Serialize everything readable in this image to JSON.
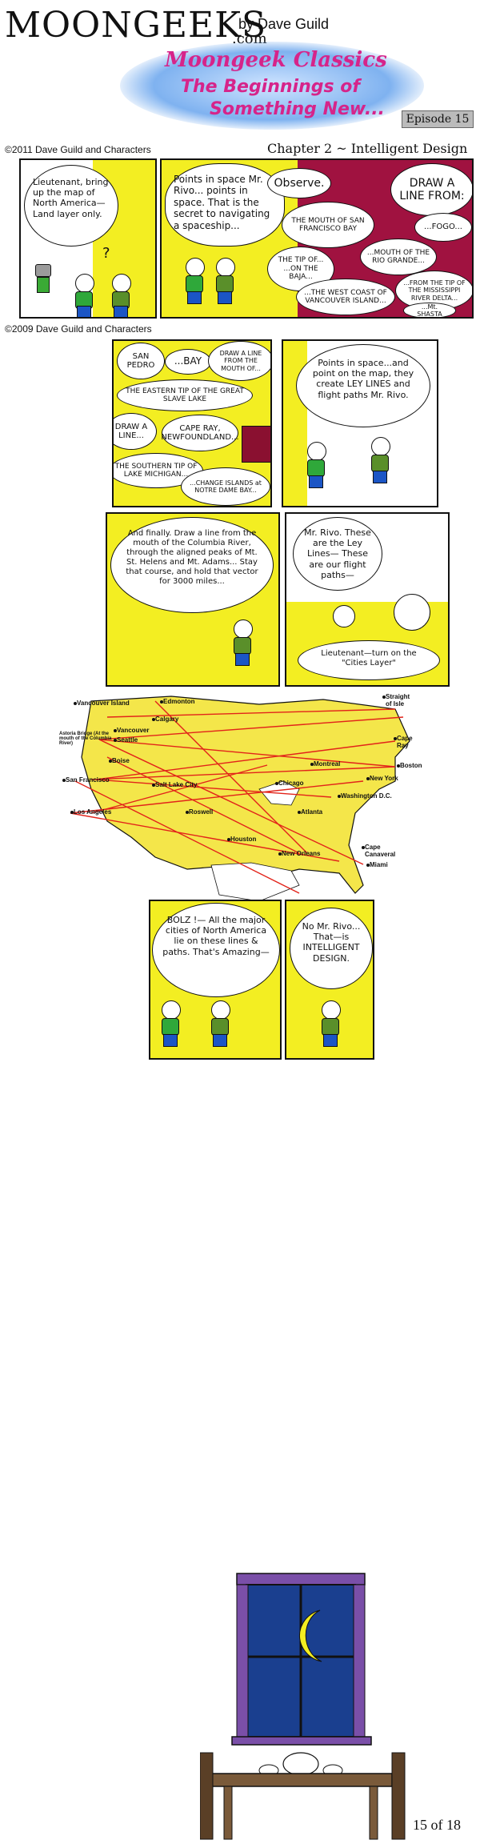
{
  "header": {
    "logo_main": "MOONGEEKS",
    "logo_dotcom": ".com",
    "byline": "by Dave Guild",
    "banner_line1": "Moongeek Classics",
    "banner_line2": "The Beginnings of",
    "banner_line3": "Something New...",
    "episode": "Episode 15",
    "copyright_2011": "©2011 Dave Guild and Characters",
    "chapter": "Chapter 2 ~ Intelligent Design"
  },
  "row1": {
    "p1_text": "Lieutenant, bring up the map of North America— Land layer only.",
    "p1_q": "?",
    "p2_text": "Points in space Mr. Rivo... points in space. That is the secret to navigating a spaceship...",
    "p3_observe": "Observe.",
    "p3_draw": "DRAW A LINE FROM:",
    "p3_sf": "THE MOUTH OF SAN FRANCISCO BAY",
    "p3_fogo": "...FOGO...",
    "p3_rio": "...MOUTH OF THE RIO GRANDE...",
    "p3_baja": "THE TIP OF... ...ON THE BAJA...",
    "p3_miss": "...FROM THE TIP OF THE MISSISSIPPI RIVER DELTA...",
    "p3_west": "...THE WEST COAST OF VANCOUVER ISLAND...",
    "p3_shasta": "...Mt. SHASTA"
  },
  "copyright_2009": "©2009 Dave Guild and Characters",
  "row2": {
    "san_pedro": "SAN PEDRO",
    "bay": "...BAY",
    "draw_from_mouth": "DRAW A LINE FROM THE MOUTH OF...",
    "slave_lake": "THE EASTERN TIP OF THE GREAT SLAVE LAKE",
    "draw_a_line": "DRAW A LINE...",
    "cape_ray": "CAPE RAY, NEWFOUNDLAND...",
    "michigan": "THE SOUTHERN TIP OF LAKE MICHIGAN...",
    "notre_dame": "...CHANGE ISLANDS at NOTRE DAME BAY...",
    "ley_text": "Points in space...and point on the map, they create LEY LINES and flight paths Mr. Rivo."
  },
  "row3": {
    "finally": "And finally. Draw a line from the mouth of the Columbia River, through the aligned peaks of Mt. St. Helens and Mt. Adams... Stay that course, and hold that vector for 3000 miles...",
    "ley_lines": "Mr. Rivo. These are the Ley Lines— These are our flight paths—",
    "cities_layer": "Lieutenant—turn on the \"Cities Layer\""
  },
  "map": {
    "cities": [
      "Vancouver Island",
      "Edmonton",
      "Calgary",
      "Straight of Isle",
      "Astoria Bridge (At the mouth of the Columbia River)",
      "Vancouver",
      "Seattle",
      "Cape Ray",
      "Boise",
      "Montreal",
      "Boston",
      "San Francisco",
      "Salt Lake City",
      "Chicago",
      "New York",
      "Los Angeles",
      "Roswell",
      "Atlanta",
      "Washington D.C.",
      "Houston",
      "New Orleans",
      "Cape Canaveral",
      "Miami"
    ],
    "line_color": "#e2231a",
    "land_color": "#f4e64a",
    "water_color": "#ffffff"
  },
  "row4": {
    "bolz": "BOLZ !— All the major cities of North America lie on these lines & paths. That's Amazing—",
    "intelligent": "No Mr. Rivo... That—is INTELLIGENT DESIGN."
  },
  "footer": {
    "page": "15 of 18"
  },
  "colors": {
    "yellow": "#f3ee22",
    "night_sky": "#1a3f8f",
    "window_frame": "#7a4fa8",
    "table_wood": "#7a5a3a",
    "moon": "#f3ee22"
  }
}
